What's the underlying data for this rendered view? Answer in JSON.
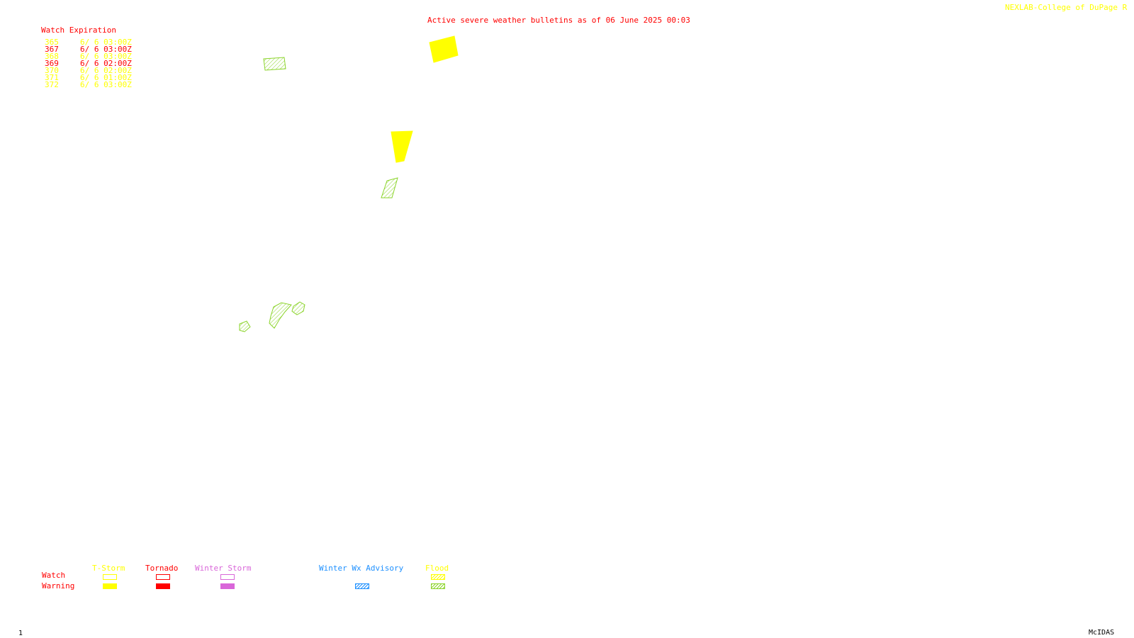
{
  "header": {
    "title": "Active severe weather bulletins as of 06 June 2025 00:03",
    "credit": "NEXLAB-College of DuPage R"
  },
  "watch_table": {
    "heading": "Watch Expiration",
    "rows": [
      {
        "number": "365",
        "expires": "6/ 6 03:00Z",
        "color": "#ffff00"
      },
      {
        "number": "367",
        "expires": "6/ 6 03:00Z",
        "color": "#ff0000"
      },
      {
        "number": "368",
        "expires": "6/ 6 03:00Z",
        "color": "#ffff00"
      },
      {
        "number": "369",
        "expires": "6/ 6 02:00Z",
        "color": "#ff0000"
      },
      {
        "number": "370",
        "expires": "6/ 6 02:00Z",
        "color": "#ffff00"
      },
      {
        "number": "371",
        "expires": "6/ 6 01:00Z",
        "color": "#ffff00"
      },
      {
        "number": "372",
        "expires": "6/ 6 03:00Z",
        "color": "#ffff00"
      }
    ]
  },
  "legend": {
    "row_watch": "Watch",
    "row_warning": "Warning",
    "tstorm": "T-Storm",
    "tornado": "Tornado",
    "winter_storm": "Winter Storm",
    "winter_wx_advisory": "Winter Wx Advisory",
    "flood": "Flood",
    "colors": {
      "tstorm": "#ffff00",
      "tornado": "#ff0000",
      "winter_storm": "#d966d9",
      "winter_wx_advisory": "#1e90ff",
      "flood_watch": "#ffff00",
      "flood_warning": "#8bd42a"
    }
  },
  "footer": {
    "frame_number": "1",
    "software": "McIDAS"
  },
  "map_features": [
    {
      "name": "flood-warning-polygon",
      "color": "#8bd42a",
      "pattern": "hatch"
    },
    {
      "name": "tstorm-warning-polygon",
      "color": "#ffff00",
      "pattern": "solid"
    },
    {
      "name": "tstorm-warning-polygon",
      "color": "#ffff00",
      "pattern": "solid"
    },
    {
      "name": "flood-warning-polygon",
      "color": "#8bd42a",
      "pattern": "hatch"
    },
    {
      "name": "flood-warning-polygon",
      "color": "#8bd42a",
      "pattern": "hatch"
    },
    {
      "name": "flood-warning-polygon",
      "color": "#8bd42a",
      "pattern": "hatch"
    },
    {
      "name": "flood-warning-polygon",
      "color": "#8bd42a",
      "pattern": "hatch"
    }
  ]
}
